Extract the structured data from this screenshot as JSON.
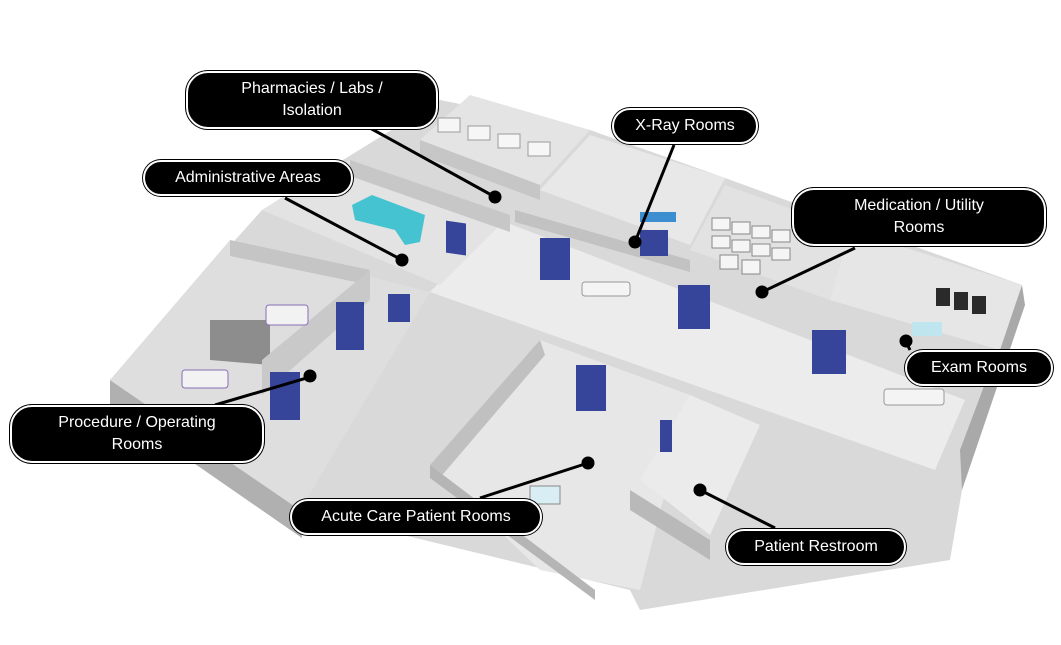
{
  "labels": {
    "pharmacies": "Pharmacies / Labs /\nIsolation",
    "xray": "X-Ray Rooms",
    "admin": "Administrative Areas",
    "medication": "Medication / Utility\nRooms",
    "exam": "Exam Rooms",
    "procedure": "Procedure / Operating\nRooms",
    "acute": "Acute Care Patient Rooms",
    "restroom": "Patient Restroom"
  },
  "colors": {
    "floor": "#e6e6e6",
    "wall_top": "#f2f2f2",
    "wall_side": "#bdbdbd",
    "wall_dark": "#a8a8a8",
    "door": "#36459a",
    "equipment_teal": "#46c3d1",
    "label_bg": "#000000",
    "label_text": "#ffffff"
  }
}
